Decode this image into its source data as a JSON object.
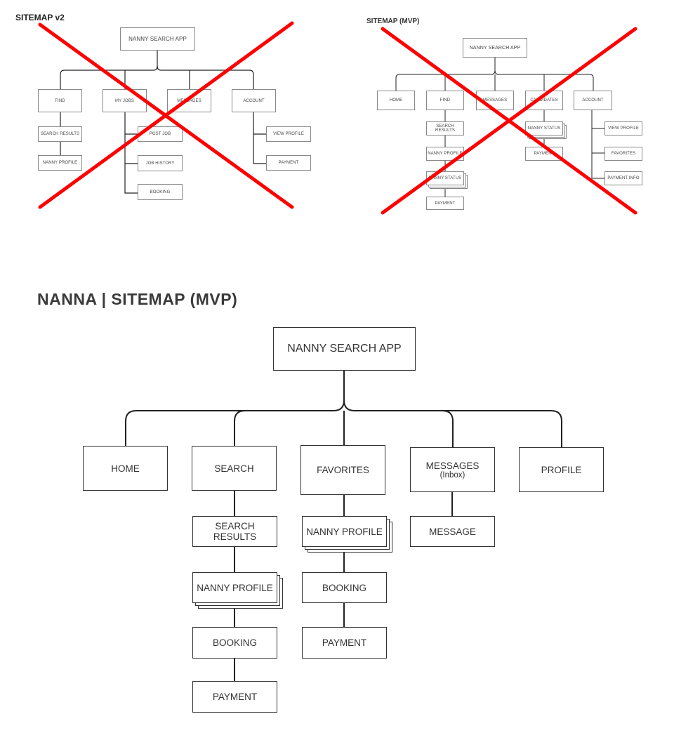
{
  "sitemap_v2": {
    "title": "SITEMAP v2",
    "root": "NANNY SEARCH APP",
    "sections": [
      "FIND",
      "MY JOBS",
      "MESSAGES",
      "ACCOUNT"
    ],
    "find_children": [
      "SEARCH RESULTS",
      "NANNY PROFILE"
    ],
    "myjobs_children": [
      "POST JOB",
      "JOB HISTORY",
      "BOOKING"
    ],
    "account_children": [
      "VIEW PROFILE",
      "PAYMENT"
    ],
    "crossed_out": true
  },
  "sitemap_mvp_old": {
    "title": "SITEMAP (MVP)",
    "root": "NANNY SEARCH APP",
    "sections": [
      "HOME",
      "FIND",
      "MESSAGES",
      "CANDIDATES",
      "ACCOUNT"
    ],
    "find_children": [
      "SEARCH RESULTS",
      "NANNY PROFILE",
      "NANNY STATUS",
      "PAYMENT"
    ],
    "candidates_children": [
      "NANNY STATUS",
      "PAYMENT"
    ],
    "account_children": [
      "VIEW PROFILE",
      "FAVORITES",
      "PAYMENT INFO"
    ],
    "crossed_out": true
  },
  "sitemap_final": {
    "title": "NANNA | SITEMAP (MVP)",
    "root": "NANNY SEARCH APP",
    "sections": [
      "HOME",
      "SEARCH",
      "FAVORITES",
      "MESSAGES",
      "PROFILE"
    ],
    "messages_sub": "(Inbox)",
    "search_children": [
      "SEARCH RESULTS",
      "NANNY PROFILE",
      "BOOKING",
      "PAYMENT"
    ],
    "favorites_children": [
      "NANNY PROFILE",
      "BOOKING",
      "PAYMENT"
    ],
    "messages_children": [
      "MESSAGE"
    ]
  },
  "colors": {
    "cross": "#ff0000",
    "line": "#222222"
  }
}
